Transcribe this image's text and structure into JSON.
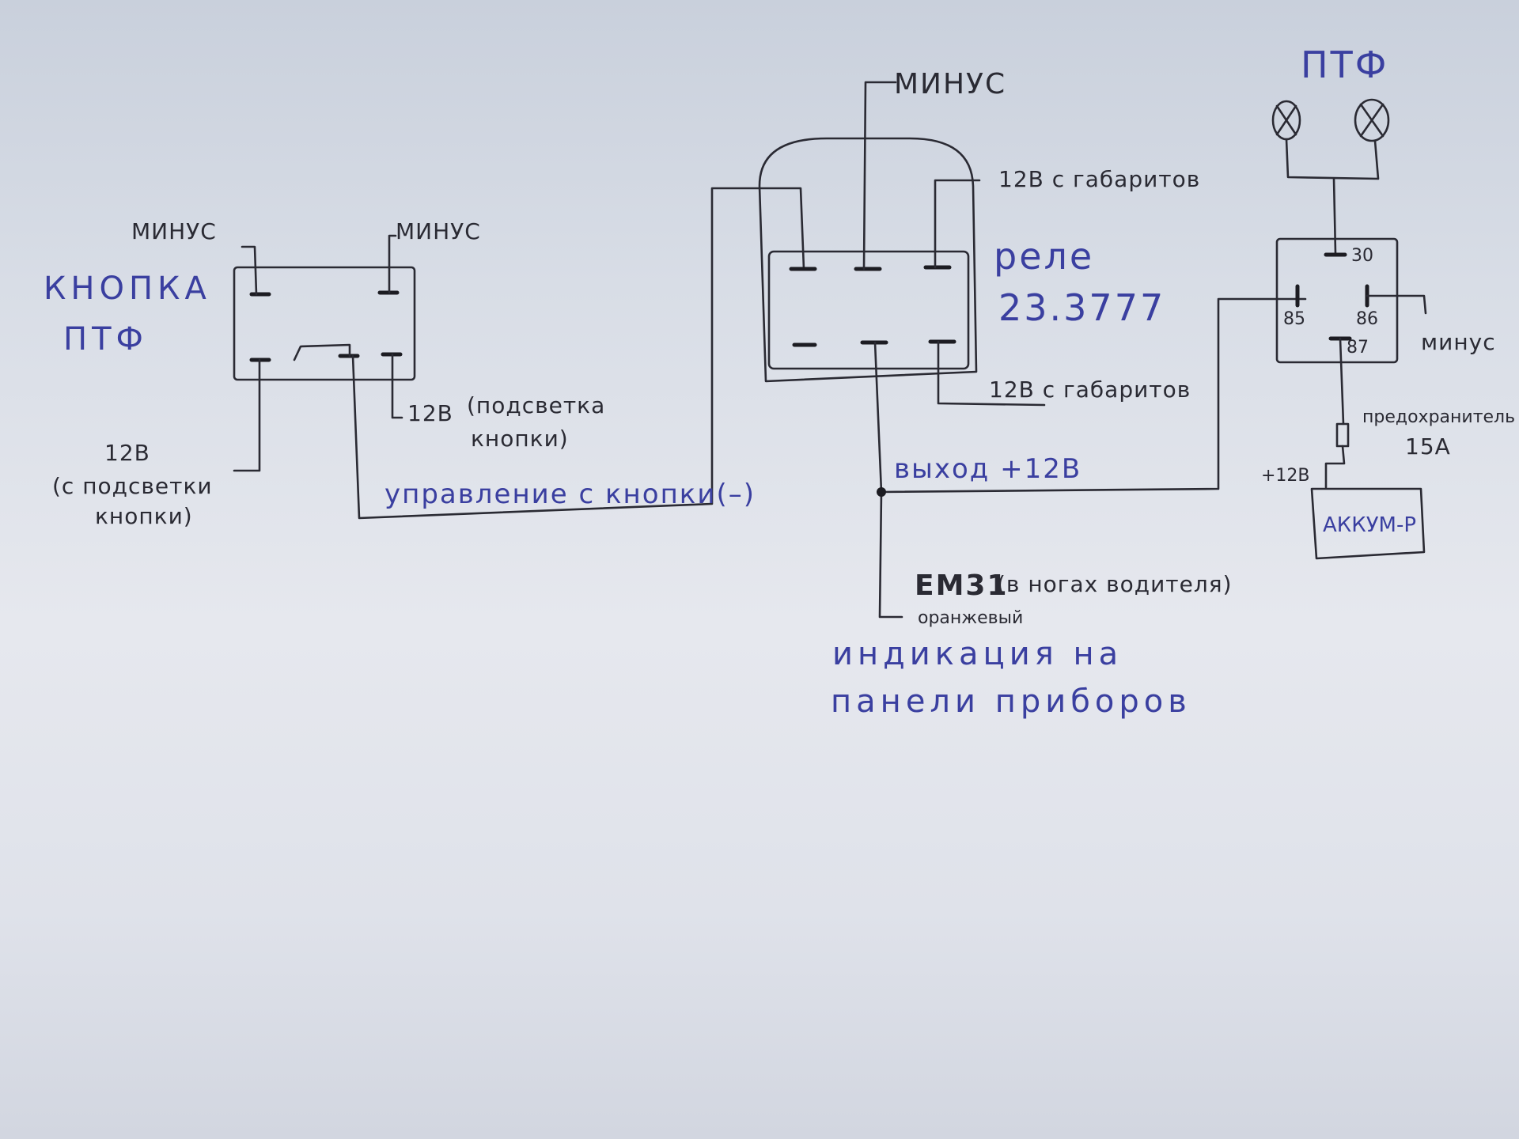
{
  "button": {
    "title_line1": "КНОПКА",
    "title_line2": "ПТФ",
    "minus_left": "МИНУС",
    "minus_right": "МИНУС",
    "power_12v": "12В",
    "power_note_1": "(подсветка",
    "power_note_2": "кнопки)",
    "backlight_12v": "12В",
    "backlight_note_1": "(с подсветки",
    "backlight_note_2": "кнопки)",
    "control_label": "управление с кнопки(–)"
  },
  "relay_2377": {
    "minus": "МИНУС",
    "title": "реле",
    "model": "23.3777",
    "parking_top": "12В с габаритов",
    "parking_bottom": "12В с габаритов",
    "output": "выход +12В",
    "em31": "ЕМ31",
    "em31_note": "(в ногах водителя)",
    "em31_color": "оранжевый",
    "indication_1": "индикация на",
    "indication_2": "панели приборов"
  },
  "relay_4pin": {
    "ptf": "ПТФ",
    "pin_30": "30",
    "pin_85": "85",
    "pin_86": "86",
    "pin_87": "87",
    "minus": "минус",
    "fuse_label": "предохранитель",
    "fuse_rating": "15А",
    "plus_12v": "+12В",
    "battery": "АККУМ-Р"
  }
}
